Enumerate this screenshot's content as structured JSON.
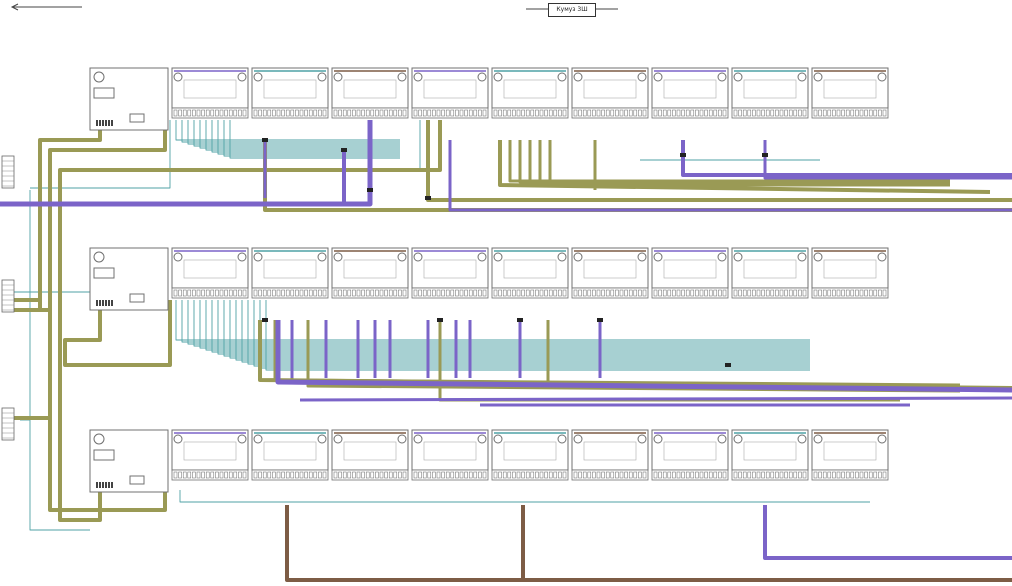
{
  "header": {
    "title_label": "Кумуз 3Ш",
    "back_arrow_icon": "arrow-left-icon"
  },
  "colors": {
    "olive": "#9a9a55",
    "violet": "#7b64c8",
    "teal": "#4fa2a6",
    "brown": "#7d5c45",
    "outline": "#707070"
  },
  "rows": [
    {
      "name": "row-1",
      "controller": "controller-1",
      "module_count": 9
    },
    {
      "name": "row-2",
      "controller": "controller-2",
      "module_count": 9
    },
    {
      "name": "row-3",
      "controller": "controller-3",
      "module_count": 9
    }
  ]
}
